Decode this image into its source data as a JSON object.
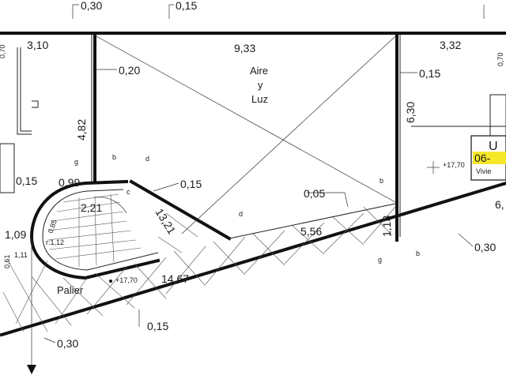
{
  "dimensions": {
    "d_030_top": "0,30",
    "d_015_top": "0,15",
    "d_310": "3,10",
    "d_933": "9,33",
    "d_332": "3,32",
    "d_020": "0,20",
    "d_015_right": "0,15",
    "d_482": "4,82",
    "d_630": "6,30",
    "d_015_left": "0,15",
    "d_099": "0,99",
    "d_221": "2,21",
    "d_015_mid": "0,15",
    "d_005": "0,05",
    "d_1321": "13,21",
    "d_556": "5,56",
    "d_113": "1,13",
    "d_109": "1,09",
    "d_111": "1,11",
    "d_061": "0,61",
    "d_1467": "14,67",
    "d_015_bottom": "0,15",
    "d_030_bottom": "0,30",
    "d_030_right": "0,30",
    "d_085": "0,85",
    "d_r112": "r:1,12",
    "d_6_partial": "6,",
    "d_070_partial": "0,70",
    "d_070_left_partial": "0,70"
  },
  "levels": {
    "level_top": "+17,70",
    "level_palier": "+17,70"
  },
  "room": {
    "line1": "Aire",
    "line2": "y",
    "line3": "Luz"
  },
  "palier": "Palier",
  "markers": {
    "g1": "g",
    "b1": "b",
    "d1": "d",
    "c1": "c",
    "d2": "d",
    "b2": "b",
    "g2": "g",
    "b3": "b"
  },
  "unit_label": {
    "code": "U",
    "number": "06-",
    "subtitle": "Vivie"
  },
  "colors": {
    "highlight": "#f5e82a",
    "ink": "#111111"
  }
}
